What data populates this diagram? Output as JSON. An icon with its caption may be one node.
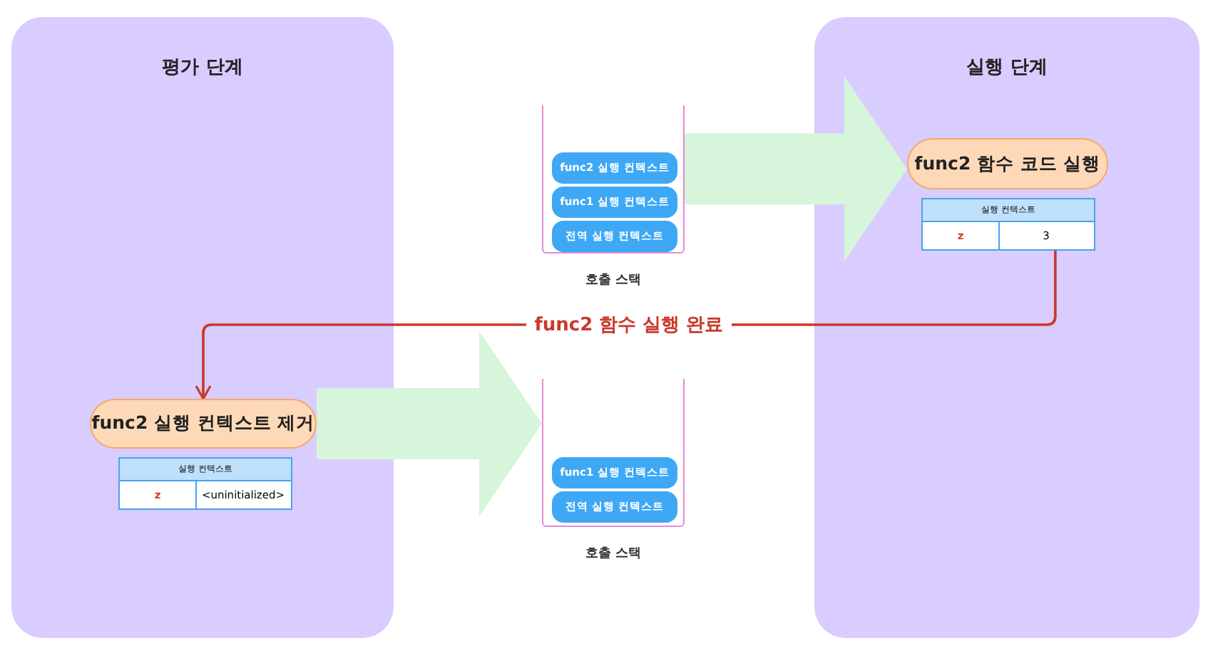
{
  "diagram": {
    "nodes": [
      {
        "text": [
          "평가 단계"
        ]
      },
      {
        "text": [
          "실행 단계"
        ]
      },
      {
        "text": [],
        "shape": "box",
        "beside": [
          "호출 스택"
        ]
      },
      {
        "text": [
          "func2 실행 컨텍스트"
        ],
        "in": 2
      },
      {
        "text": [
          "func1 실행 컨텍스트"
        ],
        "in": 2
      },
      {
        "text": [
          "전역 실행 컨텍스트"
        ],
        "in": 2
      },
      {
        "text": [
          "func2 함수 코드 실행"
        ],
        "in": 1
      },
      {
        "text": [
          "실행 컨텍스트",
          "z",
          "3"
        ],
        "in": 1
      },
      {
        "text": [
          "func2 실행 컨텍스트 제거"
        ],
        "in": 0
      },
      {
        "text": [
          "실행 컨텍스트",
          "z",
          "<uninitialized>"
        ],
        "in": 0
      },
      {
        "text": [],
        "shape": "box",
        "beside": [
          "호출 스택"
        ]
      },
      {
        "text": [
          "func1 실행 컨텍스트"
        ],
        "in": 10
      },
      {
        "text": [
          "전역 실행 컨텍스트"
        ],
        "in": 10
      }
    ],
    "edges": [
      {
        "from": 2,
        "to": 6,
        "arrow": "to",
        "style": "thick"
      },
      {
        "from": 7,
        "to": 8,
        "arrow": "to",
        "label": "func2 함수 실행 완료",
        "color": "#c9392b"
      },
      {
        "from": 8,
        "to": 10,
        "arrow": "to",
        "style": "thick"
      }
    ]
  }
}
